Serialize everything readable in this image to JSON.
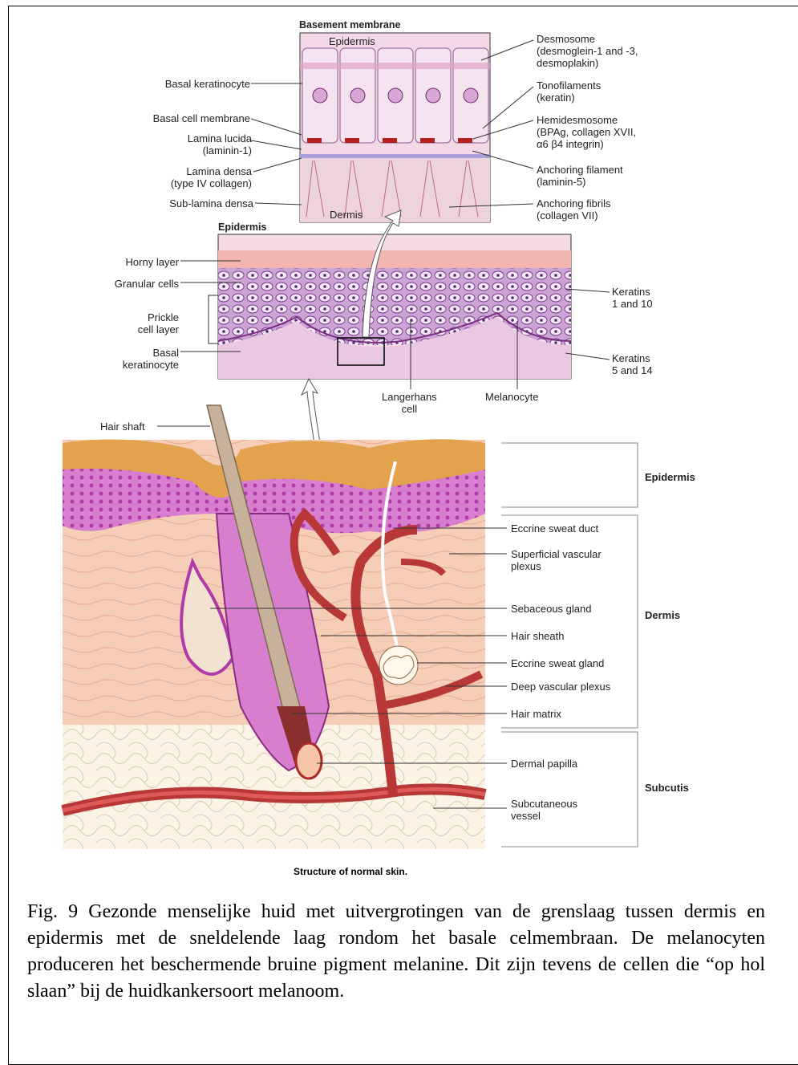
{
  "panel_top": {
    "title": "Basement membrane",
    "inner_top": "Epidermis",
    "inner_bottom": "Dermis",
    "left_labels": [
      "Basal keratinocyte",
      "Basal cell membrane",
      "Lamina lucida\n(laminin-1)",
      "Lamina densa\n(type IV collagen)",
      "Sub-lamina densa"
    ],
    "right_labels": [
      "Desmosome\n(desmoglein-1 and -3,\ndesmoplakin)",
      "Tonofilaments\n(keratin)",
      "Hemidesmosome\n(BPAg, collagen XVII,\nα6 β4 integrin)",
      "Anchoring filament\n(laminin-5)",
      "Anchoring fibrils\n(collagen VII)"
    ]
  },
  "panel_mid": {
    "title": "Epidermis",
    "left_labels": [
      "Horny layer",
      "Granular cells",
      "Prickle\ncell layer",
      "Basal\nkeratinocyte"
    ],
    "right_labels": [
      "Keratins\n1 and 10",
      "Keratins\n5 and 14"
    ],
    "bottom_labels": [
      "Langerhans\ncell",
      "Melanocyte"
    ]
  },
  "panel_main": {
    "hair_shaft": "Hair shaft",
    "right_labels": [
      "Eccrine sweat duct",
      "Superficial vascular\nplexus",
      "Sebaceous gland",
      "Hair sheath",
      "Eccrine sweat gland",
      "Deep vascular plexus",
      "Hair matrix",
      "Dermal papilla",
      "Subcutaneous\nvessel"
    ],
    "regions": [
      "Epidermis",
      "Dermis",
      "Subcutis"
    ],
    "subcaption": "Structure of normal skin."
  },
  "caption": "Fig. 9    Gezonde menselijke huid met uitvergrotingen van de grenslaag tussen dermis en epidermis met de sneldelende laag rondom het basale celmembraan. De melanocyten produceren het beschermende bruine pigment melanine. Dit zijn tevens de cellen die “op hol slaan” bij de huidkankersoort melanoom."
}
